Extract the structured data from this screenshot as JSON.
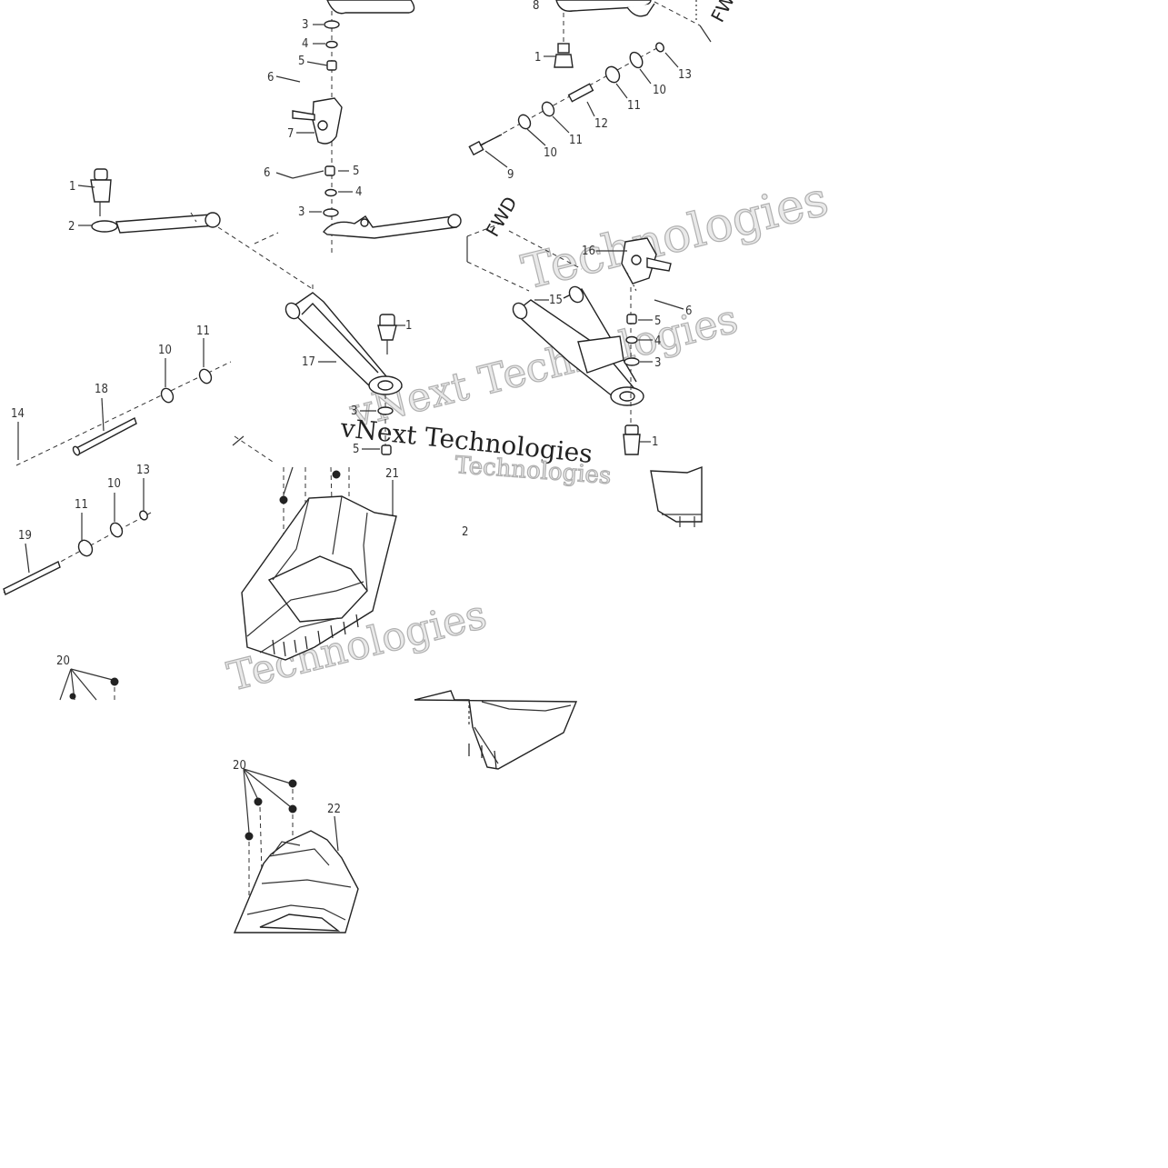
{
  "diagram": {
    "callouts": [
      "1",
      "2",
      "3",
      "4",
      "5",
      "6",
      "7",
      "8",
      "9",
      "10",
      "11",
      "12",
      "13",
      "14",
      "15",
      "16",
      "17",
      "18",
      "19",
      "20",
      "21",
      "22"
    ],
    "fwd_label": "FWD",
    "watermark_lines": [
      "vNext Technologies",
      "Technologies"
    ]
  }
}
